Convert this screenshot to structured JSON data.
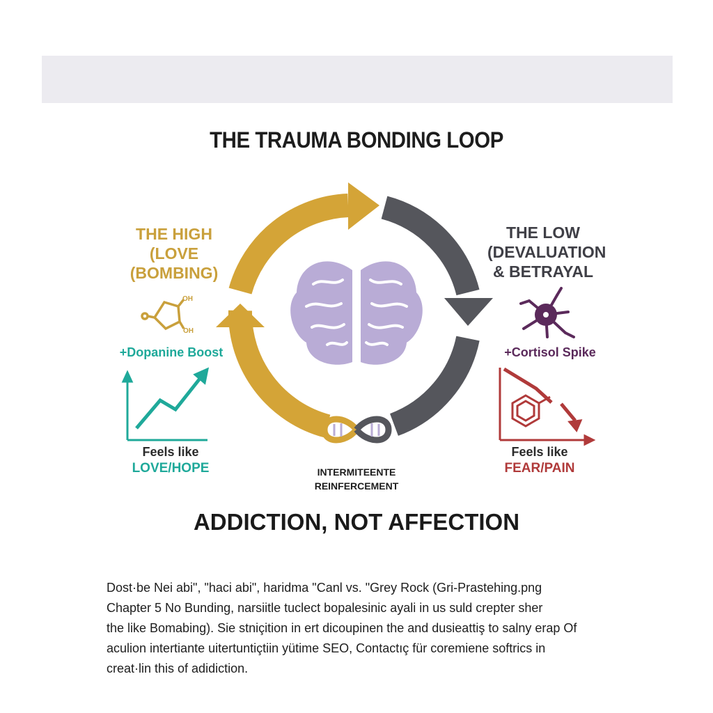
{
  "title": "THE TRAUMA BONDING LOOP",
  "high": {
    "title_lines": [
      "THE HIGH",
      "(LOVE",
      "(BOMBING)"
    ],
    "boost": "+Dopanine Boost",
    "feels_prefix": "Feels like",
    "feels_value": "LOVE/HOPE",
    "molecule_labels": [
      "OH",
      "OH"
    ]
  },
  "low": {
    "title_lines": [
      "THE LOW",
      "(DEVALUATION",
      "& BETRAYAL"
    ],
    "spike": "+Cortisol Spike",
    "feels_prefix": "Feels like",
    "feels_value": "FEAR/PAIN"
  },
  "center": {
    "caption_lines": [
      "INTERMITEENTE",
      "REINFERCEMENT"
    ]
  },
  "tagline": "ADDICTION, NOT AFFECTION",
  "body_lines": [
    "Dost·be Nei abi\", \"haci abi\", haridma \"Canl vs. \"Grey Rock (Gri-Prastehing.png",
    "Chapter 5 No Bunding, narsiitle tuclect bopalesinic ayali in us suld crepter sher",
    "the like Bomabing). Sie stniçition in ert dicoupinen the and dusieattiş to salny erap Of",
    "aculion intertiante uitertuntiçtiin yütime SEO, Contactıç für coremiene softrics in",
    "creat·lin this of adidiction."
  ],
  "colors": {
    "gold": "#d4a437",
    "gray": "#55565c",
    "teal": "#1fa99a",
    "purple": "#5b2a5b",
    "red": "#b03a3a",
    "brain": "#b9acd6"
  },
  "icons": [
    "brain-icon",
    "dopamine-molecule-icon",
    "neuron-icon",
    "benzene-ring-icon",
    "infinity-dna-icon",
    "rising-chart-icon",
    "falling-chart-icon"
  ]
}
